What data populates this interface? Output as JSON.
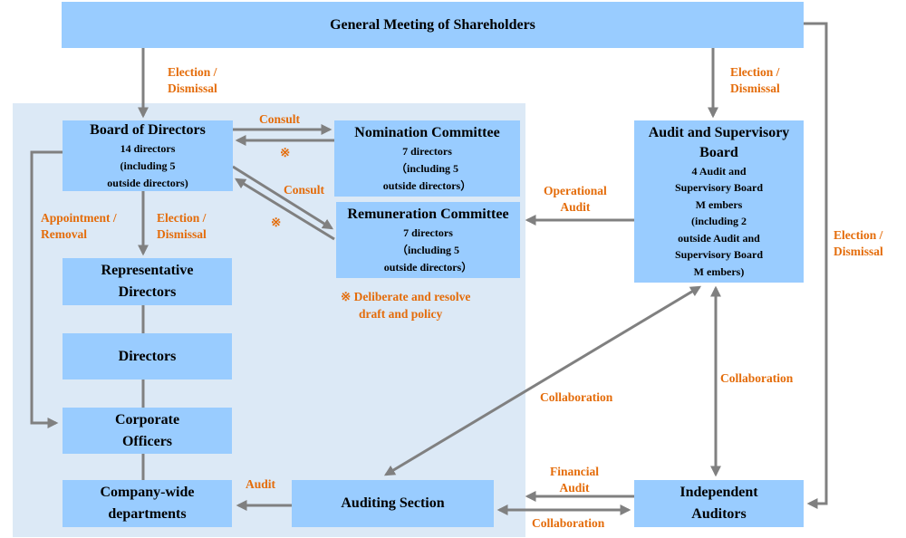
{
  "boxes": {
    "gms": "General Meeting of Shareholders",
    "board": {
      "title": "Board of Directors",
      "lines": [
        "14 directors",
        "(including 5",
        "outside directors)"
      ]
    },
    "nomination": {
      "title": "Nomination Committee",
      "lines": [
        "7 directors",
        "（including 5",
        "outside directors）"
      ]
    },
    "remuneration": {
      "title": "Remuneration Committee",
      "lines": [
        "7 directors",
        "（including 5",
        "outside directors）"
      ]
    },
    "audit_board": {
      "title_lines": [
        "Audit and Supervisory",
        "Board"
      ],
      "lines": [
        "4 Audit and",
        "Supervisory Board",
        "M embers",
        "(including 2",
        "outside Audit and",
        "Supervisory Board",
        "M embers)"
      ]
    },
    "rep_directors": [
      "Representative",
      "Directors"
    ],
    "directors": "Directors",
    "corp_officers": [
      "Corporate",
      "Officers"
    ],
    "departments": [
      "Company-wide",
      "departments"
    ],
    "auditing_section": "Auditing Section",
    "independent_auditors": [
      "Independent",
      "Auditors"
    ]
  },
  "labels": {
    "election_top_left": [
      "Election /",
      "Dismissal"
    ],
    "election_top_right": [
      "Election /",
      "Dismissal"
    ],
    "election_right": [
      "Election /",
      "Dismissal"
    ],
    "consult_1": "Consult",
    "consult_2": "Consult",
    "mark_1": "※",
    "mark_2": "※",
    "appointment": [
      "Appointment /",
      "Removal"
    ],
    "election_mid": [
      "Election /",
      "Dismissal"
    ],
    "operational_audit": [
      "Operational",
      "Audit"
    ],
    "deliberate": [
      "※ Deliberate and resolve",
      "draft and policy"
    ],
    "collaboration_diag": "Collaboration",
    "collaboration_vert": "Collaboration",
    "financial_audit": [
      "Financial",
      "Audit"
    ],
    "collaboration_bottom": "Collaboration",
    "audit": "Audit"
  },
  "colors": {
    "box": "#99ccff",
    "region": "#dce9f6",
    "arrow": "#808080",
    "label": "#e46c0a"
  }
}
